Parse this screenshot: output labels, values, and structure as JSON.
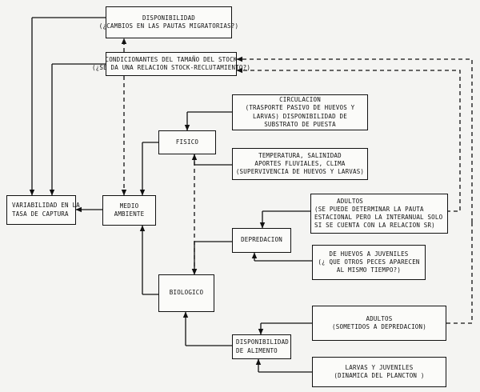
{
  "boxes": {
    "disponibilidad": {
      "line1": "DISPONIBILIDAD",
      "line2": "(¿CAMBIOS EN LAS PAUTAS MIGRATORIAS?)"
    },
    "condicionantes": {
      "line1": "CONDICIONANTES DEL TAMAÑO DEL STOCK",
      "line2": "(¿SE DA UNA RELACION STOCK-RECLUTAMIENTO?)"
    },
    "circulacion": {
      "line1": "CIRCULACION",
      "line2": "(TRASPORTE PASIVO DE HUEVOS Y",
      "line3": "LARVAS) DISPONIBILIDAD DE",
      "line4": "SUBSTRATO DE PUESTA"
    },
    "fisico": {
      "line1": "FISICO"
    },
    "temperatura": {
      "line1": "TEMPERATURA, SALINIDAD",
      "line2": "APORTES FLUVIALES, CLIMA",
      "line3": "(SUPERVIVENCIA DE HUEVOS Y LARVAS)"
    },
    "variabilidad": {
      "line1": "VARIABILIDAD EN LA",
      "line2": "TASA DE CAPTURA"
    },
    "medio": {
      "line1": "MEDIO",
      "line2": "AMBIENTE"
    },
    "adultos1": {
      "line1": "ADULTOS",
      "line2": "(SE PUEDE DETERMINAR LA PAUTA",
      "line3": "ESTACIONAL PERO LA INTERANUAL SOLO",
      "line4": "SI SE CUENTA CON LA RELACION SR)"
    },
    "depredacion": {
      "line1": "DEPREDACION"
    },
    "huevos": {
      "line1": "DE HUEVOS A JUVENILES",
      "line2": "(¿ QUE OTROS PECES APARECEN",
      "line3": "AL MISMO TIEMPO?)"
    },
    "biologico": {
      "line1": "BIOLOGICO"
    },
    "adultos2": {
      "line1": "ADULTOS",
      "line2": "(SOMETIDOS A DEPREDACION)"
    },
    "alimento": {
      "line1": "DISPONIBILIDAD",
      "line2": "DE ALIMENTO"
    },
    "larvas": {
      "line1": "LARVAS Y JUVENILES",
      "line2": "(DINAMICA DEL PLANCTON )"
    }
  }
}
